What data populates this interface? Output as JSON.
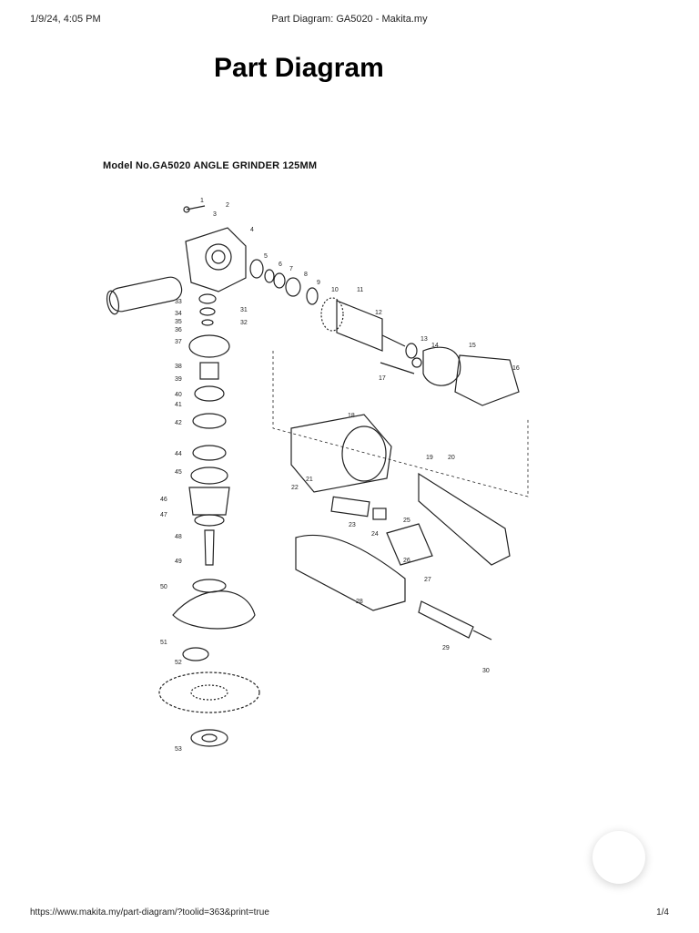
{
  "print_header": {
    "datetime": "1/9/24, 4:05 PM",
    "page_title": "Part Diagram: GA5020 - Makita.my"
  },
  "heading": "Part Diagram",
  "diagram": {
    "model_caption": "Model No.GA5020 ANGLE GRINDER 125MM",
    "part_numbers": [
      "1",
      "2",
      "3",
      "4",
      "5",
      "6",
      "7",
      "8",
      "9",
      "10",
      "11",
      "12",
      "13",
      "14",
      "15",
      "16",
      "17",
      "18",
      "19",
      "20",
      "21",
      "22",
      "23",
      "24",
      "25",
      "26",
      "27",
      "28",
      "29",
      "30",
      "31",
      "32",
      "33",
      "34",
      "35",
      "36",
      "37",
      "38",
      "39",
      "40",
      "41",
      "42",
      "44",
      "45",
      "46",
      "47",
      "48",
      "49",
      "50",
      "51",
      "52",
      "53"
    ]
  },
  "print_footer": {
    "url": "https://www.makita.my/part-diagram/?toolid=363&print=true",
    "page_count": "1/4"
  }
}
